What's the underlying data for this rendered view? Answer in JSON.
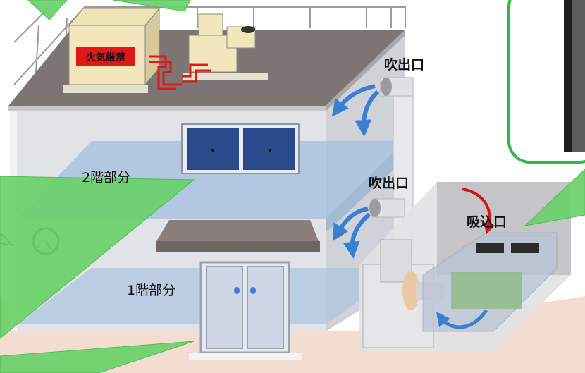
{
  "labels": {
    "fire_sign": "火気厳禁",
    "outlet_upper": "吹出口",
    "outlet_lower": "吹出口",
    "inlet": "吸込口",
    "floor2": "2階部分",
    "floor1": "1階部分"
  },
  "colors": {
    "callout_green": "#6ad26a",
    "frame_green": "#2fb84a",
    "floor_band_blue": "#a9c3de",
    "duct_blue": "#3a7fd0",
    "pipe_red": "#e01818",
    "window_blue": "#2b4a8c",
    "sign_red": "#e01818"
  },
  "icons": {
    "flow_arrow": "curved-blue-arrow-icon",
    "intake_arrow": "curved-red-arrow-icon",
    "meter": "gas-meter-icon"
  }
}
